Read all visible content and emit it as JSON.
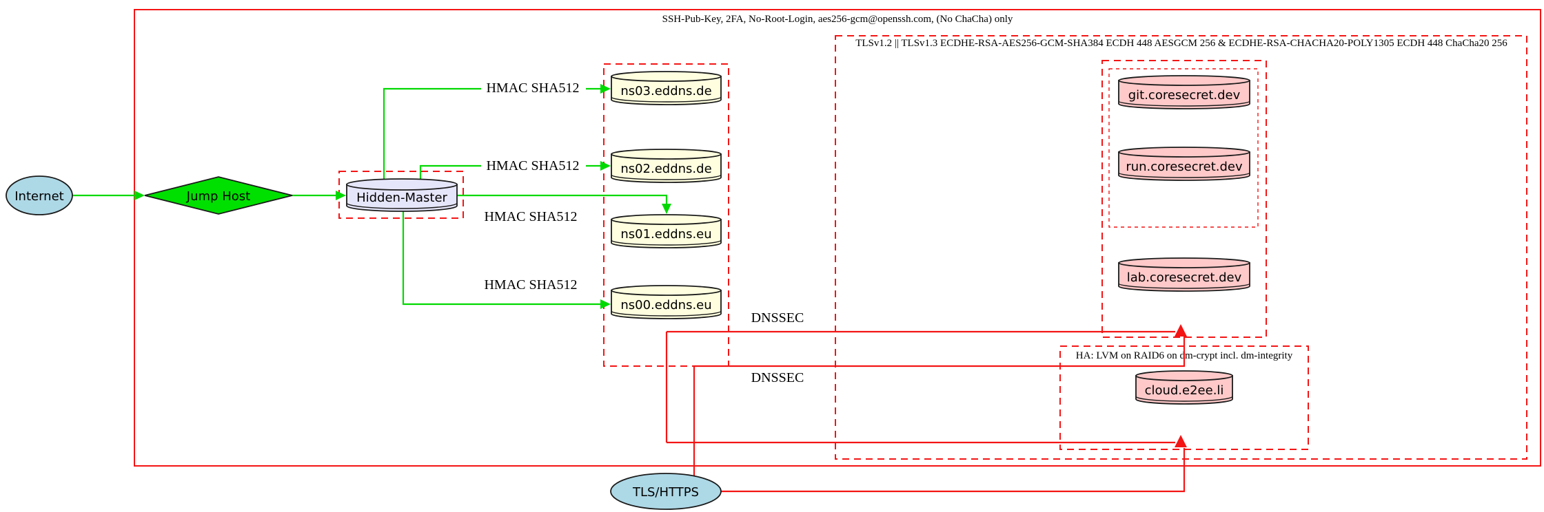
{
  "diagram": {
    "nodes": {
      "internet": "Internet",
      "jump_host": "Jump Host",
      "hidden_master": "Hidden-Master",
      "ns03": "ns03.eddns.de",
      "ns02": "ns02.eddns.de",
      "ns01": "ns01.eddns.eu",
      "ns00": "ns00.eddns.eu",
      "git": "git.coresecret.dev",
      "run": "run.coresecret.dev",
      "lab": "lab.coresecret.dev",
      "cloud": "cloud.e2ee.li",
      "tls_https": "TLS/HTTPS"
    },
    "clusters": {
      "ssh": "SSH-Pub-Key, 2FA, No-Root-Login, aes256-gcm@openssh.com, (No ChaCha) only",
      "tls": "TLSv1.2 || TLSv1.3 ECDHE-RSA-AES256-GCM-SHA384 ECDH 448 AESGCM 256 & ECDHE-RSA-CHACHA20-POLY1305 ECDH 448 ChaCha20 256",
      "ha": "HA: LVM on RAID6 on dm-crypt incl. dm-integrity"
    },
    "edge_labels": {
      "hmac": "HMAC SHA512",
      "dnssec": "DNSSEC"
    },
    "colors": {
      "edge_secure_green": "#00d900",
      "edge_red": "#f41414",
      "cluster_border_red": "#f41414",
      "dns_node_fill": "#ffffe0",
      "web_node_fill": "#ffc9c9",
      "master_node_fill": "#e6e6fa",
      "endpoint_fill": "#add8e6",
      "gateway_fill": "#00e000",
      "background": "#ffffff"
    }
  }
}
